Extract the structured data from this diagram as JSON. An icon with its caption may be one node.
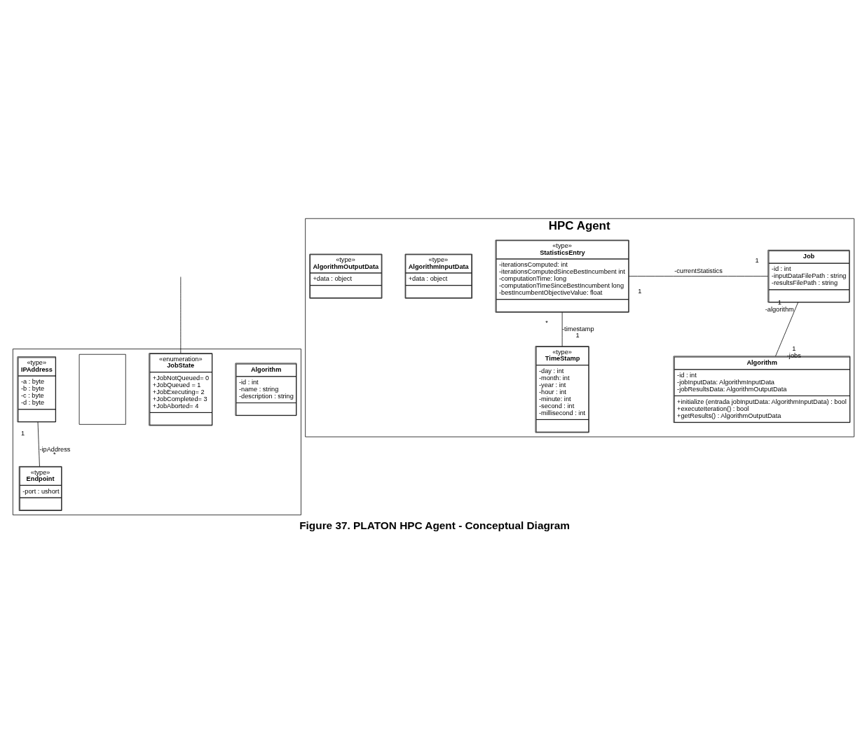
{
  "diagram": {
    "caption": "Figure 37. PLATON HPC Agent - Conceptual Diagram",
    "nodes": [
      {
        "text": [],
        "shape": "box"
      },
      {
        "text": [
          "Algorithm",
          "-id : int",
          "-name : string",
          "-description : string"
        ],
        "in": 0
      },
      {
        "text": [
          "«enumeration»",
          "JobState",
          "+JobNotQueued= 0",
          "+JobQueued = 1",
          "+JobExecuting= 2",
          "+JobCompleted= 3",
          "+JobAborted= 4"
        ],
        "in": 0
      },
      {
        "text": [],
        "shape": "box",
        "in": 0
      },
      {
        "text": [
          "«type»",
          "IPAddress",
          "-a : byte",
          "-b : byte",
          "-c : byte",
          "-d : byte"
        ],
        "in": 0
      },
      {
        "text": [
          "«type»",
          "Endpoint",
          "-port : ushort"
        ],
        "in": 0
      },
      {
        "text": [
          "HPC Agent"
        ]
      },
      {
        "text": [
          "«type»",
          "StatisticsEntry",
          "-iterationsComputed: int",
          "-iterationsComputedSinceBestIncumbent int",
          "-computationTime: long",
          "-computationTimeSinceBestIncumbent long",
          "-bestIncumbentObjectiveValue: float"
        ],
        "in": 6
      },
      {
        "text": [
          "Job",
          "-id : int",
          "-inputDataFilePath : string",
          "-resultsFilePath : string"
        ],
        "in": 6
      },
      {
        "text": [
          "Algorithm",
          "-id : int",
          "-jobInputData: AlgorithmInputData",
          "-jobResultsData: AlgorithmOutputData",
          "+initialize (entrada jobInputData: AlgorithmInputData) : bool",
          "+executeIteration() : bool",
          "+getResults() : AlgorithmOutputData"
        ],
        "in": 6
      },
      {
        "text": [
          "«type»",
          "TimeStamp",
          "-day : int",
          "-month: int",
          "-year : int",
          "-hour : int",
          "-minute: int",
          "-second : int",
          "-millisecond : int"
        ],
        "in": 6
      },
      {
        "text": [
          "«type»",
          "AlgorithmInputData",
          "+data : object"
        ],
        "in": 6
      },
      {
        "text": [
          "«type»",
          "AlgorithmOutputData",
          "+data : object"
        ],
        "in": 6
      }
    ],
    "edges": [
      {
        "from": null,
        "to": 2,
        "arrow": "none"
      },
      {
        "from": 4,
        "to": 5,
        "arrow": "none",
        "label": "-ipAddress"
      },
      {
        "from": 7,
        "to": 8,
        "arrow": "none",
        "label": "-currentStatistics"
      },
      {
        "from": 7,
        "to": 10,
        "arrow": "none",
        "label": "-timestamp"
      },
      {
        "from": 8,
        "to": 9,
        "arrow": "none"
      }
    ],
    "labels": [
      "1",
      "1",
      "1",
      "-algorithm",
      "*",
      "1",
      "-jobs",
      "1",
      "1",
      "*"
    ]
  }
}
